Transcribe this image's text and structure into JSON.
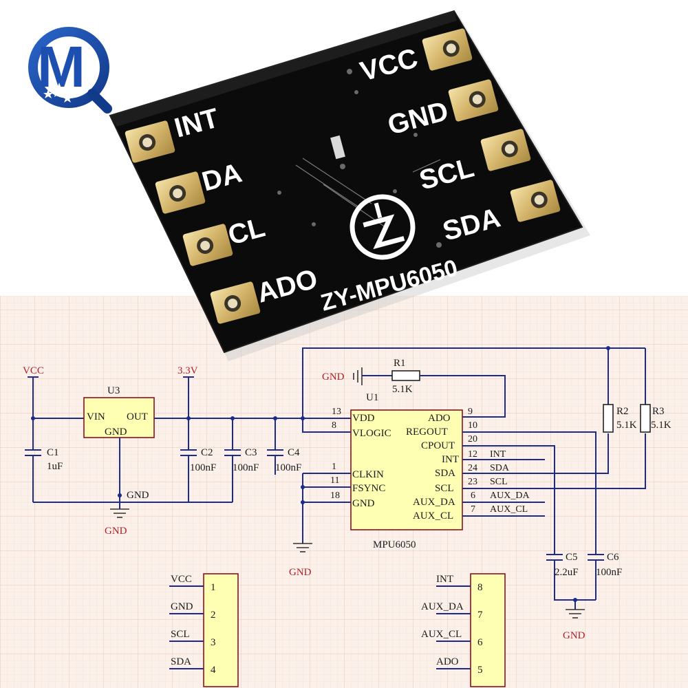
{
  "logo": {
    "letter": "M"
  },
  "board": {
    "left_pins": [
      "INT",
      "DA",
      "CL",
      "ADO"
    ],
    "right_pins": [
      "VCC",
      "GND",
      "SCL",
      "SDA"
    ],
    "model": "ZY-MPU6050"
  },
  "schematic": {
    "nets": {
      "vcc": "VCC",
      "v33": "3.3V",
      "gnd": "GND"
    },
    "regulator": {
      "ref": "U3",
      "vin": "VIN",
      "out": "OUT",
      "gnd": "GND"
    },
    "c1": {
      "ref": "C1",
      "value": "1uF"
    },
    "c2": {
      "ref": "C2",
      "value": "100nF"
    },
    "c3": {
      "ref": "C3",
      "value": "100nF"
    },
    "c4": {
      "ref": "C4",
      "value": "100nF"
    },
    "c5": {
      "ref": "C5",
      "value": "2.2uF"
    },
    "c6": {
      "ref": "C6",
      "value": "100nF"
    },
    "r1": {
      "ref": "R1",
      "value": "5.1K"
    },
    "r2": {
      "ref": "R2",
      "value": "5.1K"
    },
    "r3": {
      "ref": "R3",
      "value": "5.1K"
    },
    "u1": {
      "ref": "U1"
    },
    "chip": {
      "name": "MPU6050",
      "left_pins": [
        {
          "num": "13",
          "name": "VDD"
        },
        {
          "num": "8",
          "name": "VLOGIC"
        },
        {
          "num": "1",
          "name": "CLKIN"
        },
        {
          "num": "11",
          "name": "FSYNC"
        },
        {
          "num": "18",
          "name": "GND"
        }
      ],
      "right_pins": [
        {
          "num": "9",
          "name": "ADO",
          "net": ""
        },
        {
          "num": "10",
          "name": "REGOUT",
          "net": ""
        },
        {
          "num": "20",
          "name": "CPOUT",
          "net": ""
        },
        {
          "num": "12",
          "name": "INT",
          "net": "INT"
        },
        {
          "num": "24",
          "name": "SDA",
          "net": "SDA"
        },
        {
          "num": "23",
          "name": "SCL",
          "net": "SCL"
        },
        {
          "num": "6",
          "name": "AUX_DA",
          "net": "AUX_DA"
        },
        {
          "num": "7",
          "name": "AUX_CL",
          "net": "AUX_CL"
        }
      ]
    },
    "header_left": [
      {
        "label": "VCC",
        "num": "1"
      },
      {
        "label": "GND",
        "num": "2"
      },
      {
        "label": "SCL",
        "num": "3"
      },
      {
        "label": "SDA",
        "num": "4"
      }
    ],
    "header_right": [
      {
        "label": "INT",
        "num": "8"
      },
      {
        "label": "AUX_DA",
        "num": "7"
      },
      {
        "label": "AUX_CL",
        "num": "6"
      },
      {
        "label": "ADO",
        "num": "5"
      }
    ]
  }
}
